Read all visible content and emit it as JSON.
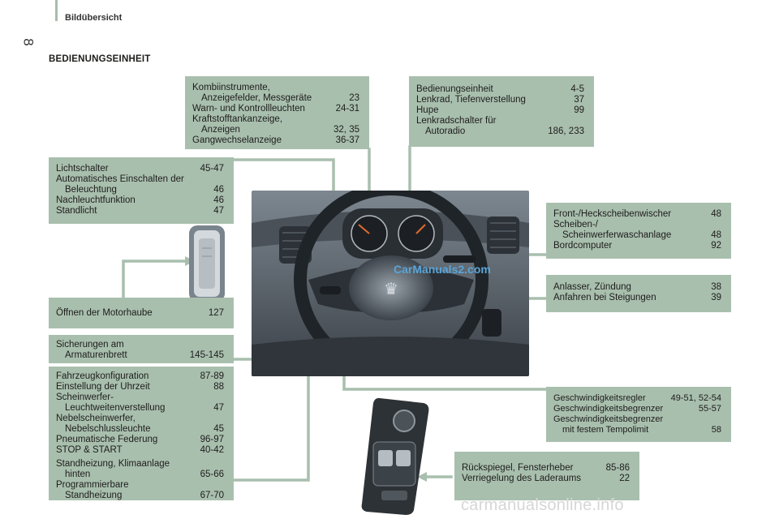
{
  "header": {
    "title": "Bildübersicht",
    "page_number": "8"
  },
  "section_title": "BEDIENUNGSEINHEIT",
  "boxes": {
    "instruments": {
      "rows": [
        {
          "label": "Kombiinstrumente,",
          "page": ""
        },
        {
          "label": "Anzeigefelder, Messgeräte",
          "page": "23"
        },
        {
          "label": "Warn- und Kontrollleuchten",
          "page": "24-31"
        },
        {
          "label": "Kraftstofftankanzeige,",
          "page": ""
        },
        {
          "label": "Anzeigen",
          "page": "32, 35"
        },
        {
          "label": "Gangwechselanzeige",
          "page": "36-37"
        }
      ]
    },
    "controls": {
      "rows": [
        {
          "label": "Bedienungseinheit",
          "page": "4-5"
        },
        {
          "label": "Lenkrad, Tiefenverstellung",
          "page": "37"
        },
        {
          "label": "Hupe",
          "page": "99"
        },
        {
          "label": "Lenkradschalter für",
          "page": ""
        },
        {
          "label": "Autoradio",
          "page": "186, 233"
        }
      ]
    },
    "lighting": {
      "rows": [
        {
          "label": "Lichtschalter",
          "page": "45-47"
        },
        {
          "label": "Automatisches Einschalten der",
          "page": ""
        },
        {
          "label": "Beleuchtung",
          "page": "46"
        },
        {
          "label": "Nachleuchtfunktion",
          "page": "46"
        },
        {
          "label": "Standlicht",
          "page": "47"
        }
      ]
    },
    "wipers": {
      "rows": [
        {
          "label": "Front-/Heckscheibenwischer",
          "page": "48"
        },
        {
          "label": "Scheiben-/",
          "page": ""
        },
        {
          "label": "Scheinwerferwaschanlage",
          "page": "48"
        },
        {
          "label": "Bordcomputer",
          "page": "92"
        }
      ]
    },
    "ignition": {
      "rows": [
        {
          "label": "Anlasser, Zündung",
          "page": "38"
        },
        {
          "label": "Anfahren bei Steigungen",
          "page": "39"
        }
      ]
    },
    "bonnet": {
      "rows": [
        {
          "label": "Öffnen der Motorhaube",
          "page": "127"
        }
      ]
    },
    "fuses": {
      "rows": [
        {
          "label": "Sicherungen am",
          "page": ""
        },
        {
          "label": "Armaturenbrett",
          "page": "145-145"
        }
      ]
    },
    "config": {
      "rows": [
        {
          "label": "Fahrzeugkonfiguration",
          "page": "87-89"
        },
        {
          "label": "Einstellung der Uhrzeit",
          "page": "88"
        },
        {
          "label": "Scheinwerfer-",
          "page": ""
        },
        {
          "label": "Leuchtweitenverstellung",
          "page": "47"
        },
        {
          "label": "Nebelscheinwerfer,",
          "page": ""
        },
        {
          "label": "Nebelschlussleuchte",
          "page": "45"
        },
        {
          "label": "Pneumatische Federung",
          "page": "96-97"
        },
        {
          "label": "STOP & START",
          "page": "40-42"
        },
        {
          "label": "Standheizung, Klimaanlage",
          "page": ""
        },
        {
          "label": "hinten",
          "page": "65-66"
        },
        {
          "label": "Programmierbare",
          "page": ""
        },
        {
          "label": "Standheizung",
          "page": "67-70"
        }
      ]
    },
    "cruise": {
      "rows": [
        {
          "label": "Geschwindigkeitsregler",
          "page": "49-51, 52-54"
        },
        {
          "label": "Geschwindigkeitsbegrenzer",
          "page": "55-57"
        },
        {
          "label": "Geschwindigkeitsbegrenzer",
          "page": ""
        },
        {
          "label": "mit festem Tempolimit",
          "page": "58"
        }
      ]
    },
    "mirrors": {
      "rows": [
        {
          "label": "Rückspiegel, Fensterheber",
          "page": "85-86"
        },
        {
          "label": "Verriegelung des Laderaums",
          "page": "22"
        }
      ]
    }
  },
  "watermarks": {
    "photo": "CarManuals2.com",
    "footer": "carmanualsonline.info"
  },
  "colors": {
    "box_fill": "#a9bfae",
    "leader_line": "#a9bfae",
    "accent_bar": "#a9bcae"
  }
}
